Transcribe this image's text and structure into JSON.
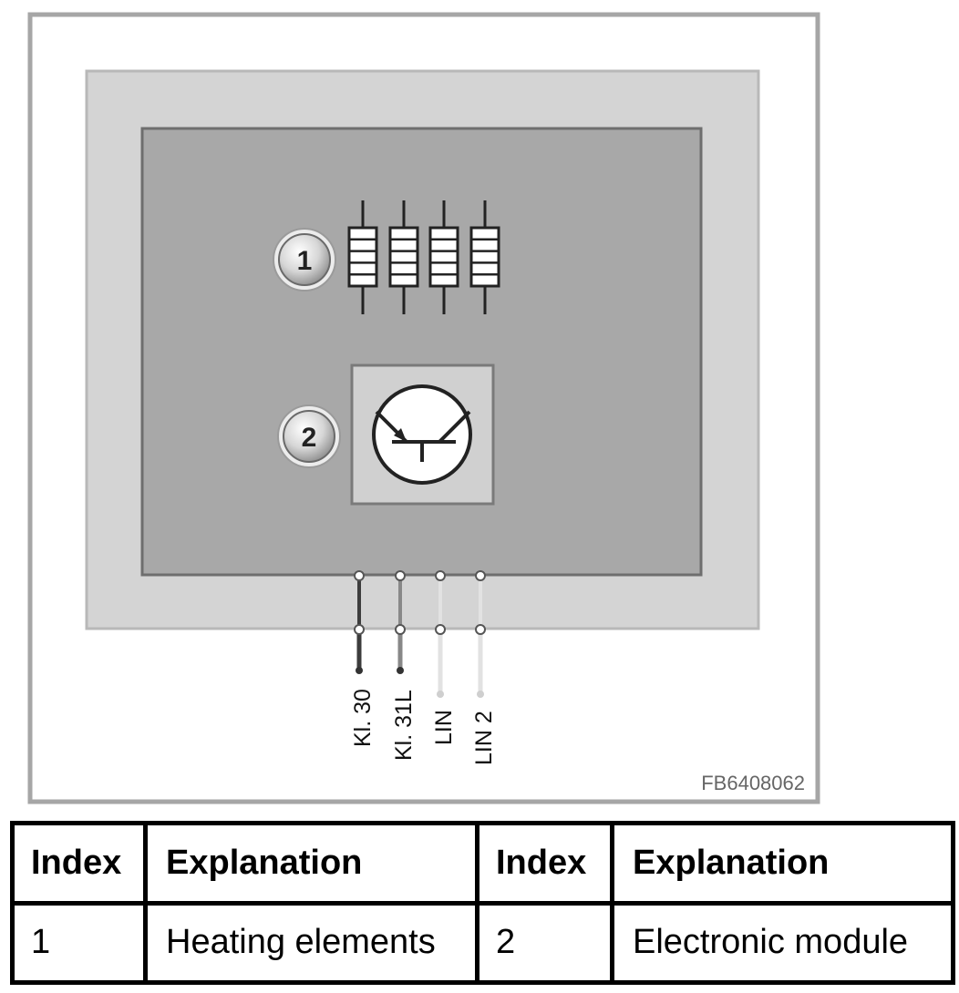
{
  "diagram": {
    "callouts": [
      {
        "number": "1"
      },
      {
        "number": "2"
      }
    ],
    "terminals": [
      "Kl. 30",
      "Kl. 31L",
      "LIN",
      "LIN 2"
    ],
    "figure_id": "FB6408062",
    "colors": {
      "outer_frame": "#ffffff",
      "housing": "#d4d4d4",
      "board": "#a8a8a8",
      "module_box": "#d0d0d0",
      "wire_power": "#3c3c3c",
      "wire_ground": "#888888",
      "wire_lin": "#e2e2e2"
    }
  },
  "legend": {
    "headers": [
      "Index",
      "Explanation",
      "Index",
      "Explanation"
    ],
    "rows": [
      [
        "1",
        "Heating elements",
        "2",
        "Electronic module"
      ]
    ]
  }
}
